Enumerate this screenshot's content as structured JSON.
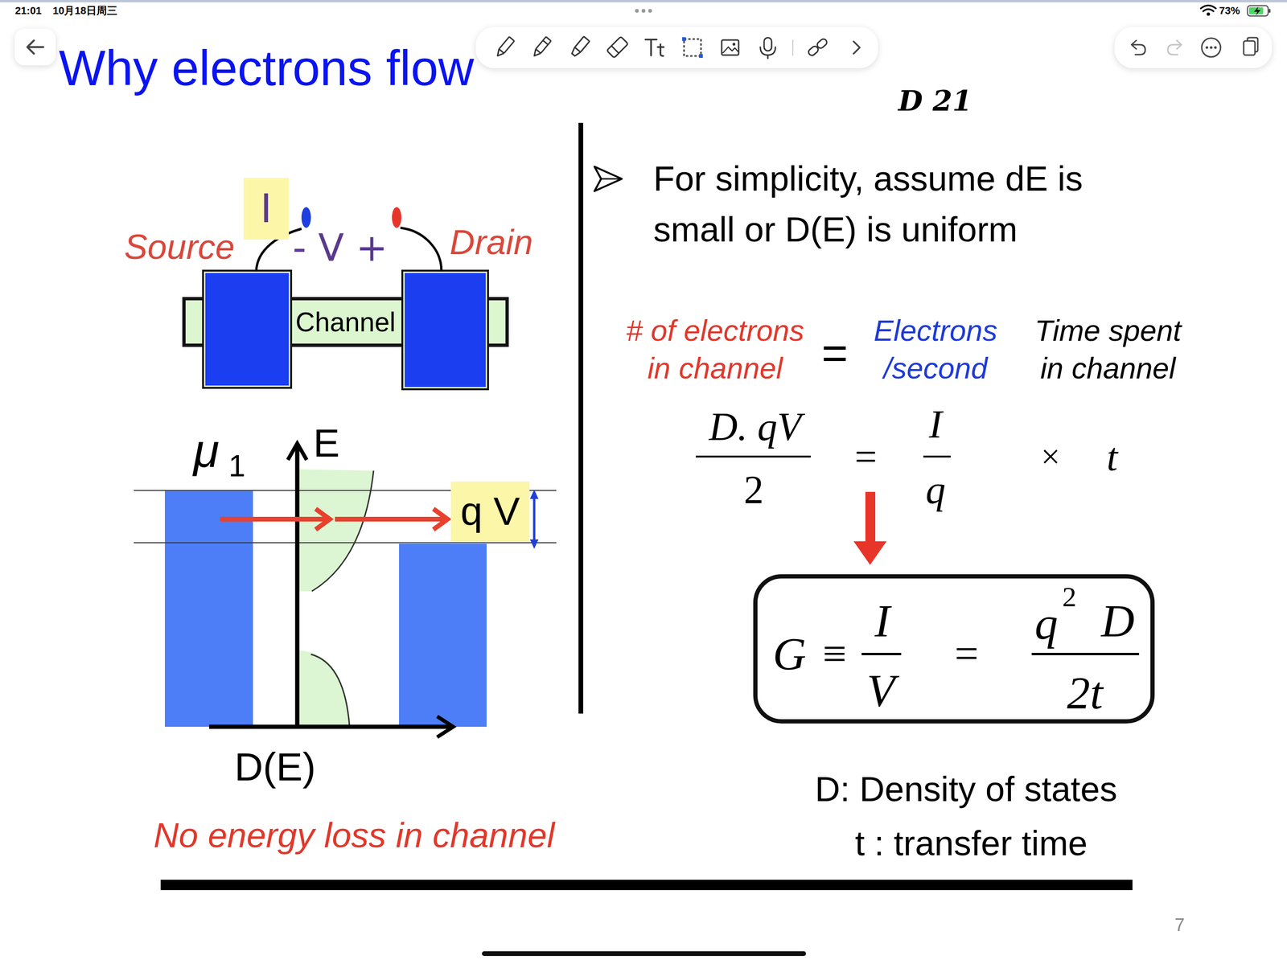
{
  "diagram": {
    "title": "Why electrons flow",
    "nodes": [
      {
        "text": [
          "I"
        ]
      },
      {
        "text": [
          "Source"
        ]
      },
      {
        "text": [
          "Channel"
        ]
      },
      {
        "text": [
          "Drain"
        ]
      },
      {
        "text": [
          "q V"
        ]
      },
      {
        "text": [
          "G",
          "≡",
          "I",
          "V",
          "=",
          "q",
          "2",
          "D",
          "2t"
        ]
      }
    ],
    "labels": [
      "21:01",
      "10月18日周三",
      "73%",
      "D 21",
      "For simplicity, assume dE is small or D(E) is uniform",
      "# of electrons in channel",
      "=",
      "Electrons /second",
      "Time spent in channel",
      "D. qV",
      "2",
      "=",
      "I",
      "q",
      "×",
      "t",
      "D: Density of states",
      "t : transfer time",
      "7",
      "- V +",
      "μ",
      "1",
      "E",
      "D(E)",
      "No energy loss in channel"
    ]
  }
}
